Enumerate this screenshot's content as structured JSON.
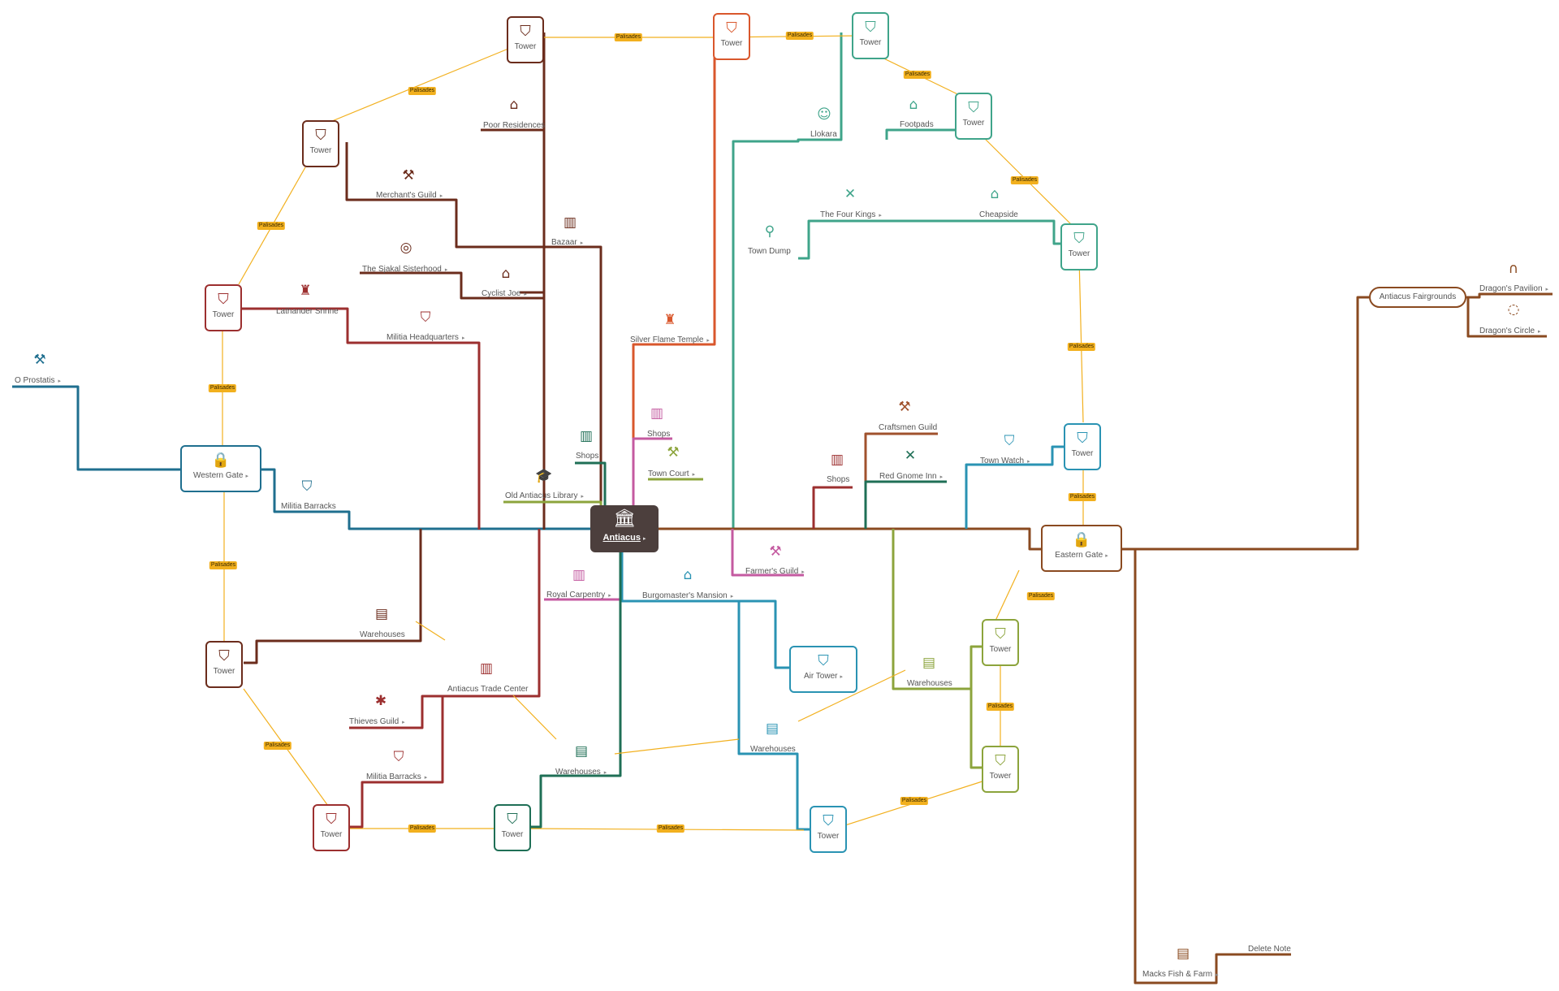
{
  "colors": {
    "palisade": "#f2b01e",
    "root": "#4c3f3d",
    "brown": "#6b2c1c",
    "red": "#9c2f2f",
    "orange": "#d9572c",
    "teal": "#3fa48a",
    "blue": "#2a93b3",
    "olive": "#8ca43c",
    "darkgreen": "#1f6f56",
    "pink": "#c45aa0",
    "copper": "#8a4a20"
  },
  "root": {
    "label": "Antiacus",
    "icon": "building-columns-icon"
  },
  "palisade_label": "Palisades",
  "nodes": [
    {
      "key": "o-prostatis",
      "label": "O Prostatis",
      "icon": "gavel-icon",
      "glyph": "⚒",
      "color": "#1f6f8f",
      "note": true
    },
    {
      "key": "western-gate",
      "label": "Western Gate",
      "icon": "lock-icon",
      "glyph": "🔒",
      "color": "#1f6f8f",
      "note": true
    },
    {
      "key": "militia-barracks-west",
      "label": "Militia Barracks",
      "icon": "shield-icon",
      "glyph": "⛉",
      "color": "#1f6f8f",
      "note": false
    },
    {
      "key": "tower-nw-top",
      "label": "Tower",
      "icon": "shield-icon",
      "glyph": "⛉",
      "color": "#6b2c1c"
    },
    {
      "key": "poor-residences",
      "label": "Poor Residences",
      "icon": "house-icon",
      "glyph": "⌂",
      "color": "#6b2c1c",
      "note": false
    },
    {
      "key": "tower-nw",
      "label": "Tower",
      "icon": "shield-icon",
      "glyph": "⛉",
      "color": "#6b2c1c"
    },
    {
      "key": "merchants-guild",
      "label": "Merchant's Guild",
      "icon": "tools-icon",
      "glyph": "⚒",
      "color": "#6b2c1c",
      "note": true
    },
    {
      "key": "bazaar",
      "label": "Bazaar",
      "icon": "store-icon",
      "glyph": "▥",
      "color": "#6b2c1c",
      "note": true
    },
    {
      "key": "sjakal-sisterhood",
      "label": "The Sjakal Sisterhood",
      "icon": "target-icon",
      "glyph": "◎",
      "color": "#6b2c1c",
      "note": true
    },
    {
      "key": "cyclist-joe",
      "label": "Cyclist Joe",
      "icon": "house-icon",
      "glyph": "⌂",
      "color": "#6b2c1c",
      "note": true
    },
    {
      "key": "tower-w",
      "label": "Tower",
      "icon": "shield-icon",
      "glyph": "⛉",
      "color": "#9c2f2f"
    },
    {
      "key": "lathander-shrine",
      "label": "Lathander Shrine",
      "icon": "statue-icon",
      "glyph": "♜",
      "color": "#9c2f2f",
      "note": false
    },
    {
      "key": "militia-hq",
      "label": "Militia Headquarters",
      "icon": "shield-icon",
      "glyph": "⛉",
      "color": "#9c2f2f",
      "note": true
    },
    {
      "key": "tower-n",
      "label": "Tower",
      "icon": "shield-icon",
      "glyph": "⛉",
      "color": "#d9572c"
    },
    {
      "key": "silver-flame-temple",
      "label": "Silver Flame Temple",
      "icon": "statue-icon",
      "glyph": "♜",
      "color": "#d9572c",
      "note": true
    },
    {
      "key": "tower-ne-top",
      "label": "Tower",
      "icon": "shield-icon",
      "glyph": "⛉",
      "color": "#3fa48a"
    },
    {
      "key": "llokara",
      "label": "Llokara",
      "icon": "person-icon",
      "glyph": "☺",
      "color": "#3fa48a",
      "note": false
    },
    {
      "key": "footpads",
      "label": "Footpads",
      "icon": "house-icon",
      "glyph": "⌂",
      "color": "#3fa48a",
      "note": false
    },
    {
      "key": "tower-ne",
      "label": "Tower",
      "icon": "shield-icon",
      "glyph": "⛉",
      "color": "#3fa48a"
    },
    {
      "key": "four-kings",
      "label": "The Four Kings",
      "icon": "utensils-icon",
      "glyph": "✕",
      "color": "#3fa48a",
      "note": true
    },
    {
      "key": "cheapside",
      "label": "Cheapside",
      "icon": "house-icon",
      "glyph": "⌂",
      "color": "#3fa48a",
      "note": false
    },
    {
      "key": "town-dump",
      "label": "Town Dump",
      "icon": "shovel-icon",
      "glyph": "⚲",
      "color": "#3fa48a",
      "note": false
    },
    {
      "key": "tower-e-top",
      "label": "Tower",
      "icon": "shield-icon",
      "glyph": "⛉",
      "color": "#3fa48a"
    },
    {
      "key": "shops-north",
      "label": "Shops",
      "icon": "store-icon",
      "glyph": "▥",
      "color": "#1f6f56",
      "note": false
    },
    {
      "key": "shops-pink",
      "label": "Shops",
      "icon": "store-icon",
      "glyph": "▥",
      "color": "#c45aa0",
      "note": false
    },
    {
      "key": "town-court",
      "label": "Town Court",
      "icon": "gavel-icon",
      "glyph": "⚒",
      "color": "#8ca43c",
      "note": true
    },
    {
      "key": "old-library",
      "label": "Old Antiacus Library",
      "icon": "graduation-cap-icon",
      "glyph": "🎓",
      "color": "#8ca43c",
      "note": true
    },
    {
      "key": "craftsmen-guild",
      "label": "Craftsmen Guild",
      "icon": "tools-icon",
      "glyph": "⚒",
      "color": "#a0522d",
      "note": false
    },
    {
      "key": "shops-red",
      "label": "Shops",
      "icon": "store-icon",
      "glyph": "▥",
      "color": "#9c2f2f",
      "note": false
    },
    {
      "key": "red-gnome-inn",
      "label": "Red Gnome Inn",
      "icon": "utensils-icon",
      "glyph": "✕",
      "color": "#1f6f56",
      "note": true
    },
    {
      "key": "town-watch",
      "label": "Town Watch",
      "icon": "shield-icon",
      "glyph": "⛉",
      "color": "#2a93b3",
      "note": true
    },
    {
      "key": "tower-e",
      "label": "Tower",
      "icon": "shield-icon",
      "glyph": "⛉",
      "color": "#2a93b3"
    },
    {
      "key": "eastern-gate",
      "label": "Eastern Gate",
      "icon": "lock-icon",
      "glyph": "🔒",
      "color": "#8a4a20",
      "note": true
    },
    {
      "key": "farmers-guild",
      "label": "Farmer's Guild",
      "icon": "tools-icon",
      "glyph": "⚒",
      "color": "#c45aa0",
      "note": true
    },
    {
      "key": "royal-carpentry",
      "label": "Royal Carpentry",
      "icon": "store-icon",
      "glyph": "▥",
      "color": "#c45aa0",
      "note": true
    },
    {
      "key": "burgomasters-mansion",
      "label": "Burgomaster's Mansion",
      "icon": "house-icon",
      "glyph": "⌂",
      "color": "#2a93b3",
      "note": true
    },
    {
      "key": "air-tower",
      "label": "Air Tower",
      "icon": "shield-icon",
      "glyph": "⛉",
      "color": "#2a93b3",
      "note": true
    },
    {
      "key": "warehouses-nw",
      "label": "Warehouses",
      "icon": "box-icon",
      "glyph": "▤",
      "color": "#6b2c1c",
      "note": false
    },
    {
      "key": "tower-sw-top",
      "label": "Tower",
      "icon": "shield-icon",
      "glyph": "⛉",
      "color": "#6b2c1c"
    },
    {
      "key": "trade-center",
      "label": "Antiacus Trade Center",
      "icon": "store-icon",
      "glyph": "▥",
      "color": "#9c2f2f",
      "note": false
    },
    {
      "key": "thieves-guild",
      "label": "Thieves Guild",
      "icon": "bug-icon",
      "glyph": "✱",
      "color": "#9c2f2f",
      "note": true
    },
    {
      "key": "militia-barracks-south",
      "label": "Militia Barracks",
      "icon": "shield-icon",
      "glyph": "⛉",
      "color": "#9c2f2f",
      "note": true
    },
    {
      "key": "tower-sw",
      "label": "Tower",
      "icon": "shield-icon",
      "glyph": "⛉",
      "color": "#9c2f2f"
    },
    {
      "key": "warehouses-s",
      "label": "Warehouses",
      "icon": "box-icon",
      "glyph": "▤",
      "color": "#1f6f56",
      "note": true
    },
    {
      "key": "tower-s",
      "label": "Tower",
      "icon": "shield-icon",
      "glyph": "⛉",
      "color": "#1f6f56"
    },
    {
      "key": "warehouses-mid",
      "label": "Warehouses",
      "icon": "box-icon",
      "glyph": "▤",
      "color": "#2a93b3",
      "note": false
    },
    {
      "key": "tower-se",
      "label": "Tower",
      "icon": "shield-icon",
      "glyph": "⛉",
      "color": "#2a93b3"
    },
    {
      "key": "warehouses-se",
      "label": "Warehouses",
      "icon": "box-icon",
      "glyph": "▤",
      "color": "#8ca43c",
      "note": false
    },
    {
      "key": "tower-e2",
      "label": "Tower",
      "icon": "shield-icon",
      "glyph": "⛉",
      "color": "#8ca43c"
    },
    {
      "key": "tower-e3",
      "label": "Tower",
      "icon": "shield-icon",
      "glyph": "⛉",
      "color": "#8ca43c"
    },
    {
      "key": "fairgrounds",
      "label": "Antiacus Fairgrounds",
      "icon": "",
      "glyph": "",
      "color": "#8a4a20",
      "note": false
    },
    {
      "key": "dragons-pavilion",
      "label": "Dragon's Pavilion",
      "icon": "horseshoe-icon",
      "glyph": "∩",
      "color": "#8a4a20",
      "note": true
    },
    {
      "key": "dragons-circle",
      "label": "Dragon's Circle",
      "icon": "ring-icon",
      "glyph": "◌",
      "color": "#8a4a20",
      "note": true
    },
    {
      "key": "macks-fish-farm",
      "label": "Macks Fish & Farm",
      "icon": "box-icon",
      "glyph": "▤",
      "color": "#8a4a20",
      "note": true
    },
    {
      "key": "delete-note",
      "label": "Delete Note",
      "icon": "",
      "glyph": "",
      "color": "#8a4a20",
      "note": false
    }
  ]
}
